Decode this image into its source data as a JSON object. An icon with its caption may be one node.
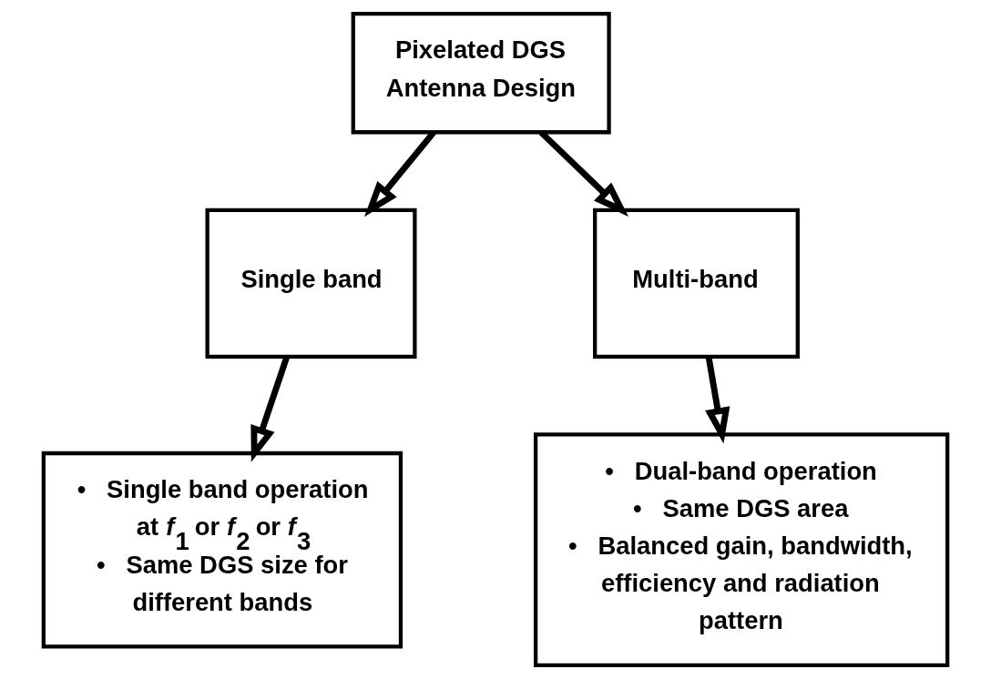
{
  "diagram": {
    "nodes": [
      {
        "text": [
          "Pixelated DGS Antenna Design"
        ]
      },
      {
        "text": [
          "Single band"
        ]
      },
      {
        "text": [
          "Multi-band"
        ]
      },
      {
        "text": [
          "•   Single band operation at *f*$_{1}$ or *f*$_{2}$ or *f*$_{3}$",
          "•   Same DGS size for different bands"
        ]
      },
      {
        "text": [
          "•   Dual-band operation",
          "•   Same DGS area",
          "•   Balanced gain, bandwidth, efficiency and radiation pattern"
        ]
      }
    ],
    "edges": [
      {
        "from": 0,
        "to": 1,
        "arrow": "to"
      },
      {
        "from": 0,
        "to": 2,
        "arrow": "to"
      },
      {
        "from": 1,
        "to": 3,
        "arrow": "to"
      },
      {
        "from": 2,
        "to": 4,
        "arrow": "to"
      }
    ]
  }
}
